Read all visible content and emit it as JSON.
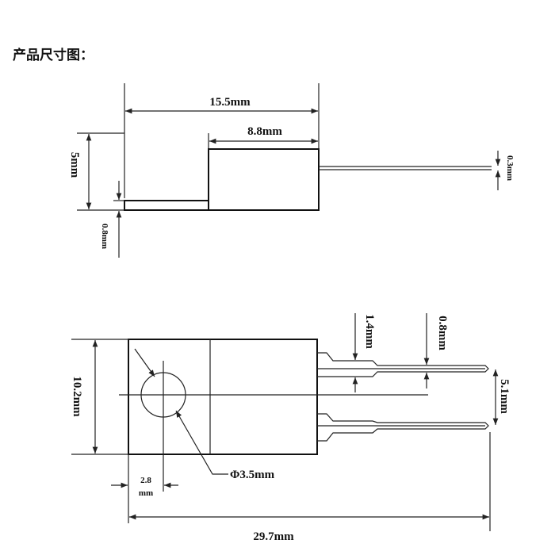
{
  "title": "产品尺寸图：",
  "side_view": {
    "overall_length": "15.5mm",
    "body_length": "8.8mm",
    "height": "5mm",
    "tab_thickness": "0.8mm",
    "lead_thickness": "0.3mm"
  },
  "top_view": {
    "lead_width": "1.4mm",
    "lead_tip_width": "0.8mm",
    "lead_pitch": "5.1mm",
    "body_width": "10.2mm",
    "hole_diameter": "Φ3.5mm",
    "hole_offset_value": "2.8",
    "hole_offset_unit": "mm",
    "overall_length": "29.7mm"
  }
}
